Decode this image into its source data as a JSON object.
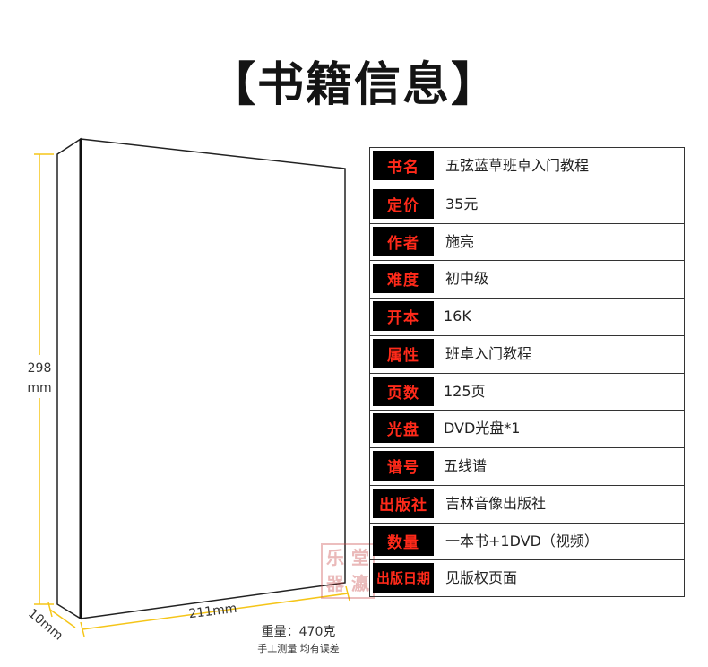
{
  "title": "【书籍信息】",
  "dimensions": {
    "height_value": "298",
    "height_unit": "mm",
    "width_label": "211mm",
    "depth_label": "10mm"
  },
  "weight": {
    "line": "重量：470克",
    "note": "手工测量 均有误差"
  },
  "info_rows": [
    {
      "label": "书名",
      "value": "五弦蓝草班卓入门教程"
    },
    {
      "label": "定价",
      "value": "35元"
    },
    {
      "label": "作者",
      "value": "施亮"
    },
    {
      "label": "难度",
      "value": "初中级"
    },
    {
      "label": "开本",
      "value": "16K"
    },
    {
      "label": "属性",
      "value": "班卓入门教程"
    },
    {
      "label": "页数",
      "value": "125页"
    },
    {
      "label": "光盘",
      "value": "DVD光盘*1"
    },
    {
      "label": "谱号",
      "value": "五线谱"
    },
    {
      "label": "出版社",
      "value": "吉林音像出版社"
    },
    {
      "label": "数量",
      "value": "一本书+1DVD（视频）"
    },
    {
      "label": "出版日期",
      "value": "见版权页面"
    }
  ],
  "stamp": {
    "chars": [
      "乐",
      "堂",
      "器",
      "瀛"
    ]
  },
  "colors": {
    "label_bg": "#000000",
    "label_text": "#ff2a1a",
    "dimension_line": "#f5c518"
  }
}
